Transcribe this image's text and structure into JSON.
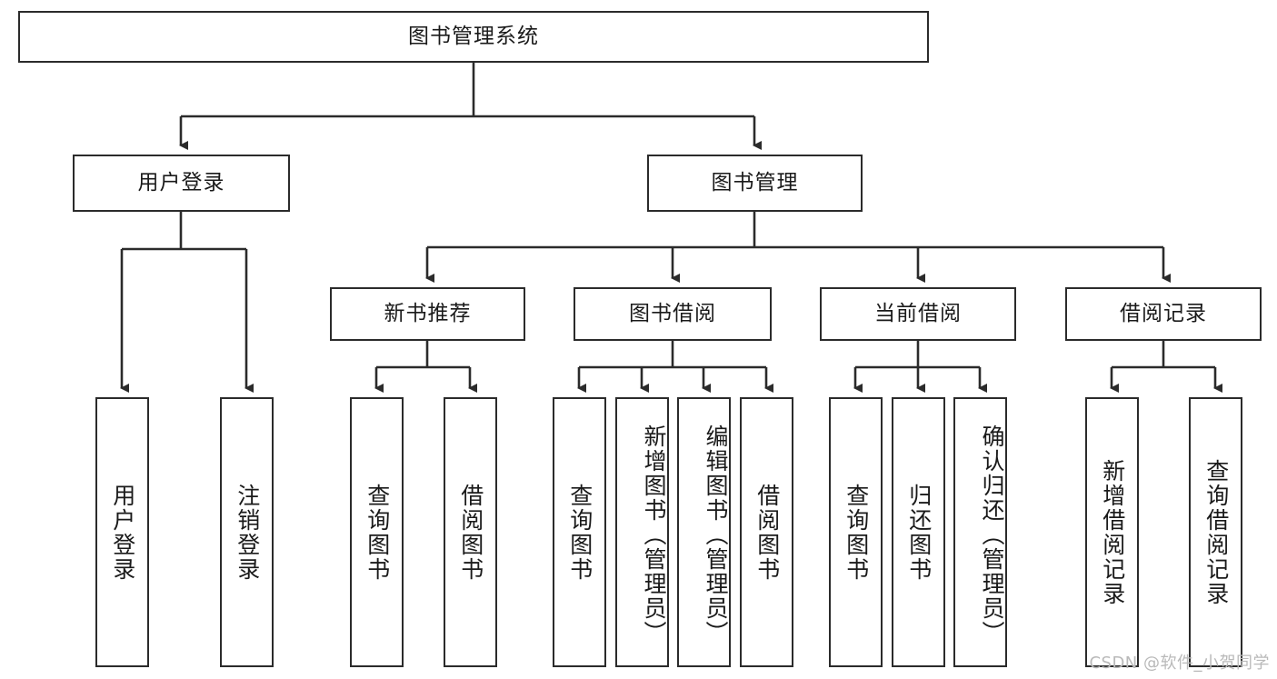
{
  "diagram": {
    "title": "图书管理系统",
    "type": "tree-hierarchy-diagram",
    "root": {
      "label": "图书管理系统"
    },
    "level2": [
      {
        "label": "用户登录"
      },
      {
        "label": "图书管理"
      }
    ],
    "level3": [
      {
        "label": "新书推荐"
      },
      {
        "label": "图书借阅"
      },
      {
        "label": "当前借阅"
      },
      {
        "label": "借阅记录"
      }
    ],
    "leaves": [
      {
        "label": "用户登录"
      },
      {
        "label": "注销登录"
      },
      {
        "label": "查询图书"
      },
      {
        "label": "借阅图书"
      },
      {
        "label": "查询图书"
      },
      {
        "label": "新增图书（管理员）"
      },
      {
        "label": "编辑图书（管理员）"
      },
      {
        "label": "借阅图书"
      },
      {
        "label": "查询图书"
      },
      {
        "label": "归还图书"
      },
      {
        "label": "确认归还（管理员）"
      },
      {
        "label": "新增借阅记录"
      },
      {
        "label": "查询借阅记录"
      }
    ]
  },
  "watermark": {
    "text": "CSDN @软件_小贺同学"
  },
  "colors": {
    "stroke": "#2b2b2b",
    "background": "#ffffff",
    "text": "#1a1a1a",
    "watermark": "#b9b9b9"
  }
}
